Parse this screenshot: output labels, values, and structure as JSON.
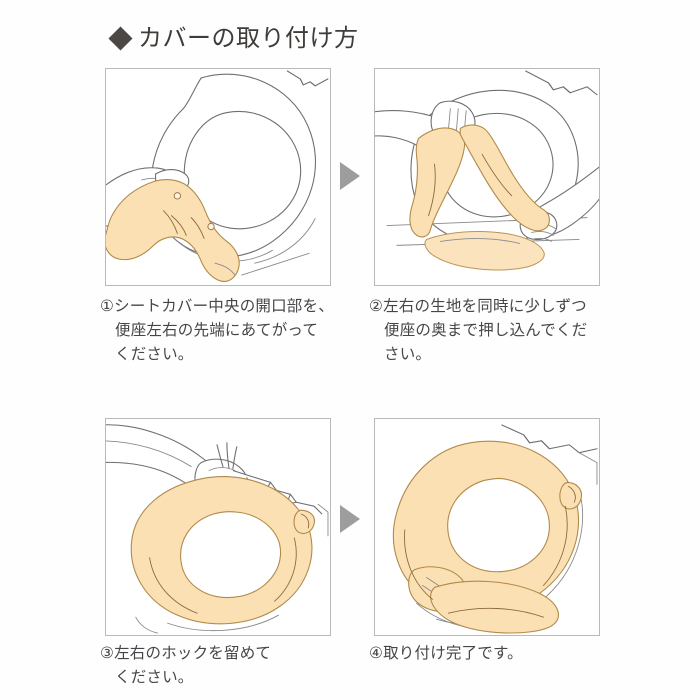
{
  "page": {
    "background_color": "#ffffff",
    "language": "ja"
  },
  "heading": {
    "bullet_icon": "diamond-bullet-icon",
    "text": "カバーの取り付け方",
    "color": "#3f3c3a"
  },
  "palette": {
    "cover_fill": "#fbe0b4",
    "cover_outline": "#b08a49",
    "line": "#6f6f73",
    "arrow": "#9d9d9d",
    "panel_border": "#b9b9bd",
    "caption_text": "#46464a"
  },
  "arrows": [
    {
      "name": "arrow-step1-to-step2",
      "direction": "right",
      "color": "#9d9d9d"
    },
    {
      "name": "arrow-step3-to-step4",
      "direction": "right",
      "color": "#9d9d9d"
    }
  ],
  "steps": [
    {
      "number": "①",
      "panel_alt": "シートカバーの開口部を便座の先端にあてがう手のイラスト",
      "caption_lines": [
        "①シートカバー中央の開口部を、",
        "便座左右の先端にあてがって",
        "ください。"
      ]
    },
    {
      "number": "②",
      "panel_alt": "左右の生地を両手で便座の奥へ押し込むイラスト",
      "caption_lines": [
        "②左右の生地を同時に少しずつ",
        "便座の奥まで押し込んでくだ",
        "さい。"
      ]
    },
    {
      "number": "③",
      "panel_alt": "便座の後ろで左右のホックを留める手のイラスト",
      "caption_lines": [
        "③左右のホックを留めて",
        "ください。"
      ]
    },
    {
      "number": "④",
      "panel_alt": "カバーの取り付けが完了した便座のイラスト",
      "caption_lines": [
        "④取り付け完了です。"
      ]
    }
  ]
}
